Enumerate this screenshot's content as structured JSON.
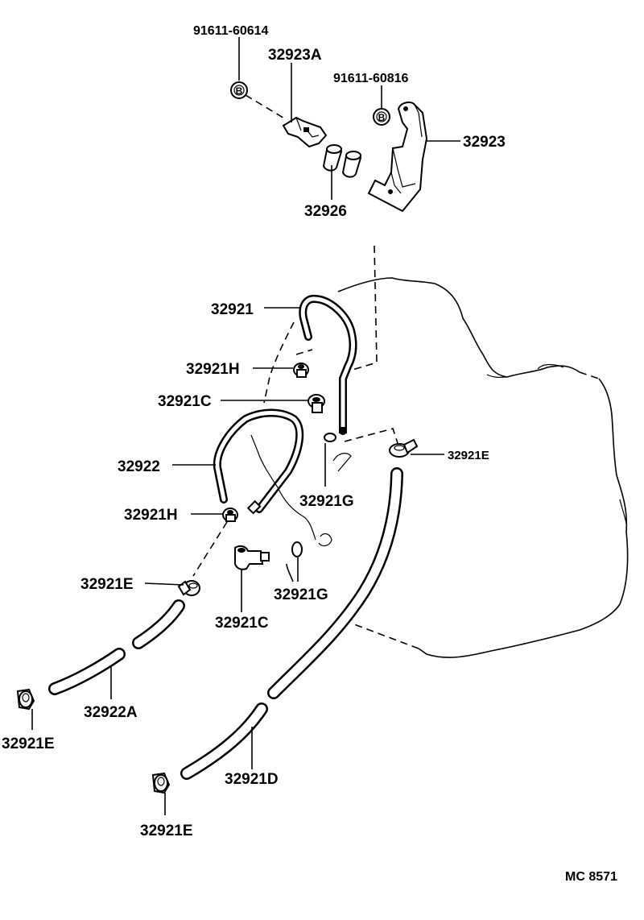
{
  "labels": {
    "p91611_60614": "91611-60614",
    "p32923A": "32923A",
    "p91611_60816": "91611-60816",
    "p32923": "32923",
    "p32926": "32926",
    "p32921": "32921",
    "p32921H_top": "32921H",
    "p32921C_top": "32921C",
    "p32921E_right": "32921E",
    "p32922": "32922",
    "p32921G_right": "32921G",
    "p32921H_mid": "32921H",
    "p32921E_left": "32921E",
    "p32921G_mid": "32921G",
    "p32921C_bot": "32921C",
    "p32922A": "32922A",
    "p32921E_lower_left": "32921E",
    "p32921D": "32921D",
    "p32921E_bottom": "32921E",
    "bolt_mark_1": "B",
    "bolt_mark_2": "B",
    "drawing_code": "MC  8571"
  }
}
